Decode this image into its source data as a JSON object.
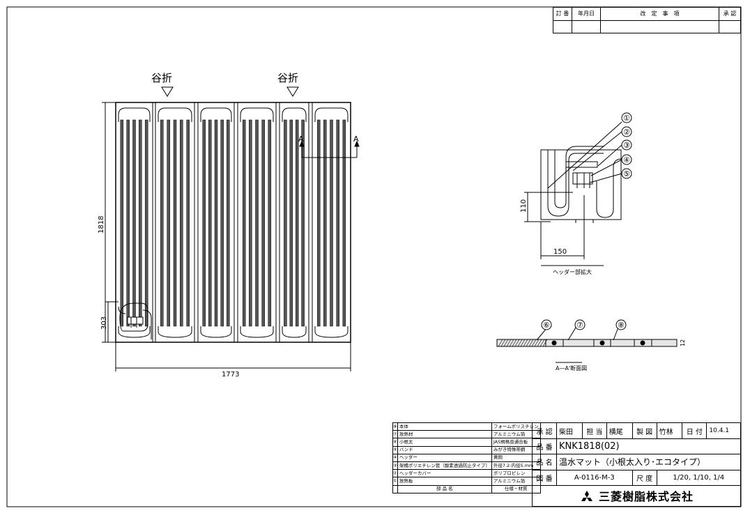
{
  "drawing": {
    "fold_labels": [
      "谷折",
      "谷折"
    ],
    "section_marks": [
      "A",
      "A"
    ],
    "dimensions": {
      "height": "1818",
      "width": "1773",
      "header_height": "303"
    },
    "detail": {
      "dim_h": "110",
      "dim_w": "150",
      "caption": "ヘッダー部拡大",
      "bubbles": [
        "①",
        "②",
        "③",
        "④",
        "⑤"
      ]
    },
    "section": {
      "bubbles": [
        "⑥",
        "⑦",
        "⑧"
      ],
      "dim": "12",
      "caption": "A―A'断面図"
    }
  },
  "revision_table": {
    "headers": [
      "訂 番",
      "年月日",
      "改　定　事　項",
      "承 認"
    ]
  },
  "parts_list": {
    "rows": [
      {
        "no": "⑧",
        "name": "本体",
        "spec": "フォームポリスチレン"
      },
      {
        "no": "⑦",
        "name": "放熱材",
        "spec": "アルミニウム箔"
      },
      {
        "no": "⑥",
        "name": "小根太",
        "spec": "JAS規格普通合板"
      },
      {
        "no": "⑤",
        "name": "バンド",
        "spec": "みがき特殊帯鋼"
      },
      {
        "no": "④",
        "name": "ヘッダー",
        "spec": "黄銅"
      },
      {
        "no": "③",
        "name": "架橋ポリエチレン管（酸素透過防止タイプ）",
        "spec": "外径7.2-内径5.mm"
      },
      {
        "no": "②",
        "name": "ヘッダーカバー",
        "spec": "ポリプロピレン"
      },
      {
        "no": "①",
        "name": "放熱板",
        "spec": "アルミニウム箔"
      }
    ],
    "footer": {
      "name": "部 品 名",
      "spec": "仕様・材質"
    }
  },
  "title_block": {
    "approve_label": "承 認",
    "approve_name": "柴田",
    "charge_label": "担 当",
    "charge_name": "横尾",
    "drafter_label": "製 図",
    "drafter_name": "竹林",
    "date_label": "日 付",
    "date": "10.4.1",
    "part_no_label": "品 番",
    "part_no": "KNK1818(02)",
    "product_label": "品 名",
    "product": "温水マット（小根太入り･エコタイプ）",
    "drawing_no_label": "図 番",
    "drawing_no": "A-0116-M-3",
    "scale_label": "尺 度",
    "scale": "1/20, 1/10, 1/4",
    "company": "三菱樹脂株式会社"
  }
}
